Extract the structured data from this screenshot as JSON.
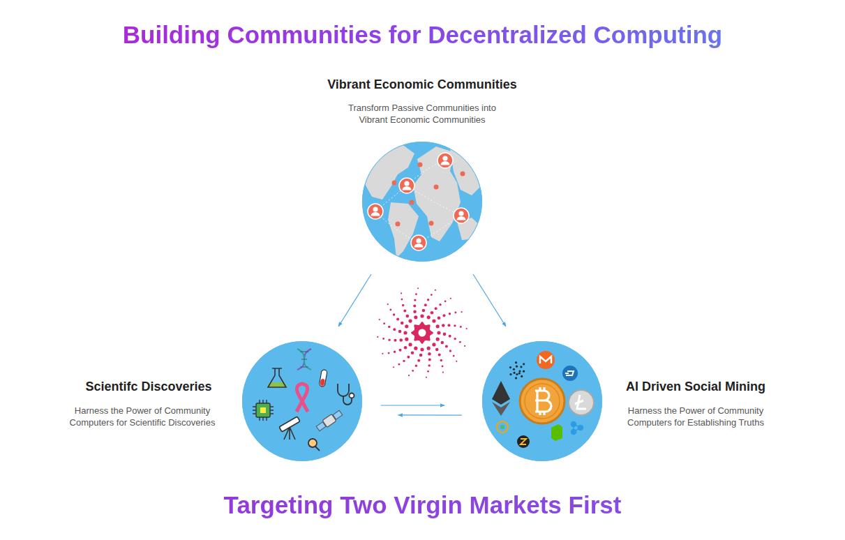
{
  "diagram": {
    "title": "Building Communities for Decentralized Computing",
    "caption": "Targeting Two Virgin Markets First",
    "nodes": [
      {
        "text": [
          "Vibrant Economic Communities",
          "Transform Passive Communities into Vibrant Economic Communities"
        ]
      },
      {
        "text": [
          "Scientifc Discoveries",
          "Harness the Power of Community Computers for Scientific Discoveries"
        ]
      },
      {
        "text": [
          "AI Driven Social Mining",
          "Harness the Power of Community Computers for Establishing Truths"
        ]
      }
    ],
    "edges": [
      {
        "from": 0,
        "to": 1,
        "arrow": "to"
      },
      {
        "from": 0,
        "to": 2,
        "arrow": "to"
      },
      {
        "from": 1,
        "to": 2,
        "arrow": "to"
      },
      {
        "from": 2,
        "to": 1,
        "arrow": "to"
      }
    ]
  }
}
